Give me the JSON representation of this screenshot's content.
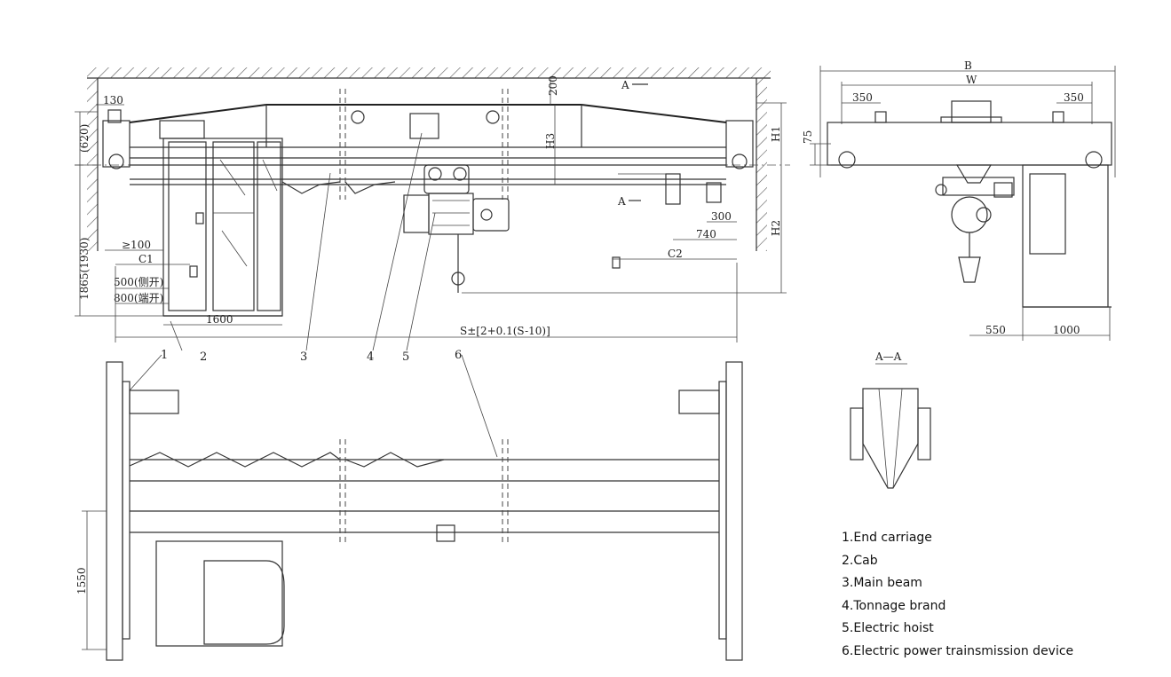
{
  "dimensions": {
    "d130": "130",
    "d620": "(620)",
    "d1865": "1865(1930)",
    "d100": "≥100",
    "c1": "C1",
    "d500": "500(侧开)",
    "d800": "800(端开)",
    "d1600": "1600",
    "span": "S±[2+0.1(S-10)]",
    "d200": "200",
    "h3": "H3",
    "h1": "H1",
    "h2": "H2",
    "d300": "300",
    "d740": "740",
    "c2": "C2",
    "d1550": "1550",
    "b": "B",
    "w": "W",
    "d350a": "350",
    "d350b": "350",
    "d75": "75",
    "d550": "550",
    "d1000": "1000"
  },
  "section_marks": {
    "a_top": "A",
    "a_mid": "A",
    "aa": "A—A"
  },
  "part_numbers": [
    "1",
    "2",
    "3",
    "4",
    "5",
    "6"
  ],
  "legend": [
    "1.End carriage",
    "2.Cab",
    "3.Main beam",
    "4.Tonnage brand",
    "5.Electric hoist",
    "6.Electric power trainsmission device"
  ]
}
